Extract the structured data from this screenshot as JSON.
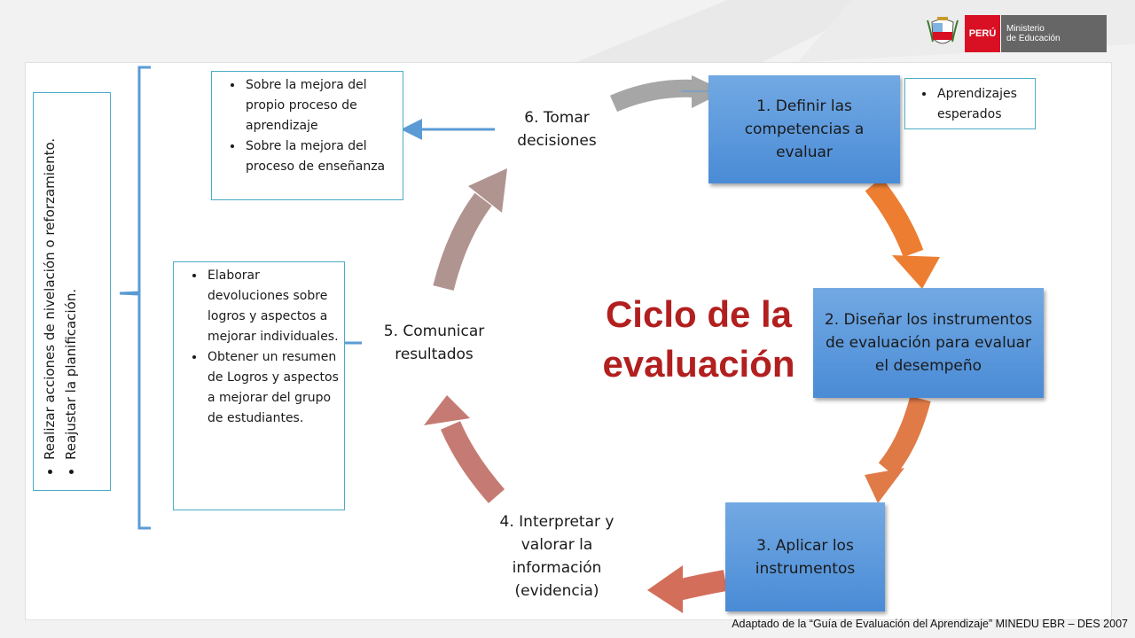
{
  "logo": {
    "country": "PERÚ",
    "ministry_line1": "Ministerio",
    "ministry_line2": "de Educación"
  },
  "title": {
    "line1": "Ciclo de la",
    "line2": "evaluación"
  },
  "steps": {
    "step1": "1. Definir las competencias a evaluar",
    "step2": "2. Diseñar los instrumentos de evaluación para evaluar el desempeño",
    "step3": "3. Aplicar los instrumentos",
    "step4": "4. Interpretar y valorar la información (evidencia)",
    "step5": "5. Comunicar resultados",
    "step6": "6. Tomar decisiones"
  },
  "notes": {
    "aprendizajes": [
      "Aprendizajes esperados"
    ],
    "decisiones": [
      "Sobre  la mejora del propio proceso de aprendizaje",
      "Sobre la mejora del proceso de enseñanza"
    ],
    "comunicar": [
      "Elaborar devoluciones sobre logros y aspectos a mejorar individuales.",
      "Obtener un resumen de Logros y aspectos a mejorar del grupo de estudiantes."
    ],
    "acciones": [
      "Realizar acciones de nivelación o reforzamiento.",
      "Reajustar la planificación."
    ]
  },
  "footer": "Adaptado de la “Guía de Evaluación del Aprendizaje” MINEDU EBR – DES 2007",
  "colors": {
    "title": "#b21f1f",
    "step_box": "#5b9bd5",
    "note_border": "#4bacc6",
    "arrow_orange": "#ed7d31",
    "arrow_orange_light": "#e07a47",
    "arrow_salmon": "#d36e5a",
    "arrow_rose": "#c57b73",
    "arrow_taupe": "#b09490",
    "arrow_gray": "#a6a6a6",
    "connector_blue": "#5b9bd5",
    "brace": "#5b9bd5"
  }
}
